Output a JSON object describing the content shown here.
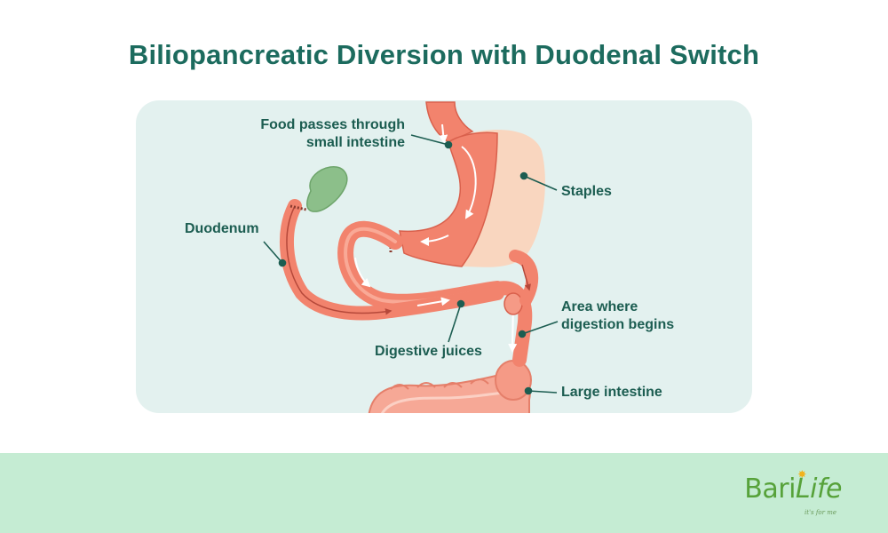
{
  "title": "Biliopancreatic Diversion with Duodenal Switch",
  "labels": {
    "food": [
      "Food passes through",
      "small intestine"
    ],
    "staples": "Staples",
    "duodenum": "Duodenum",
    "area": [
      "Area where",
      "digestion begins"
    ],
    "juices": "Digestive juices",
    "large_intestine": "Large intestine"
  },
  "logo": {
    "name": "BariLife",
    "prefix": "Bari",
    "suffix": "Life",
    "tagline": "it's for me"
  },
  "colors": {
    "title": "#1c6b5e",
    "panel": "#e3f1ef",
    "footer": "#c5ecd3",
    "organ": "#f2836d",
    "organ_light": "#f9a996",
    "staple_area": "#f9d6bf",
    "gallbladder": "#8cbf8a",
    "leader": "#1c5d51"
  }
}
